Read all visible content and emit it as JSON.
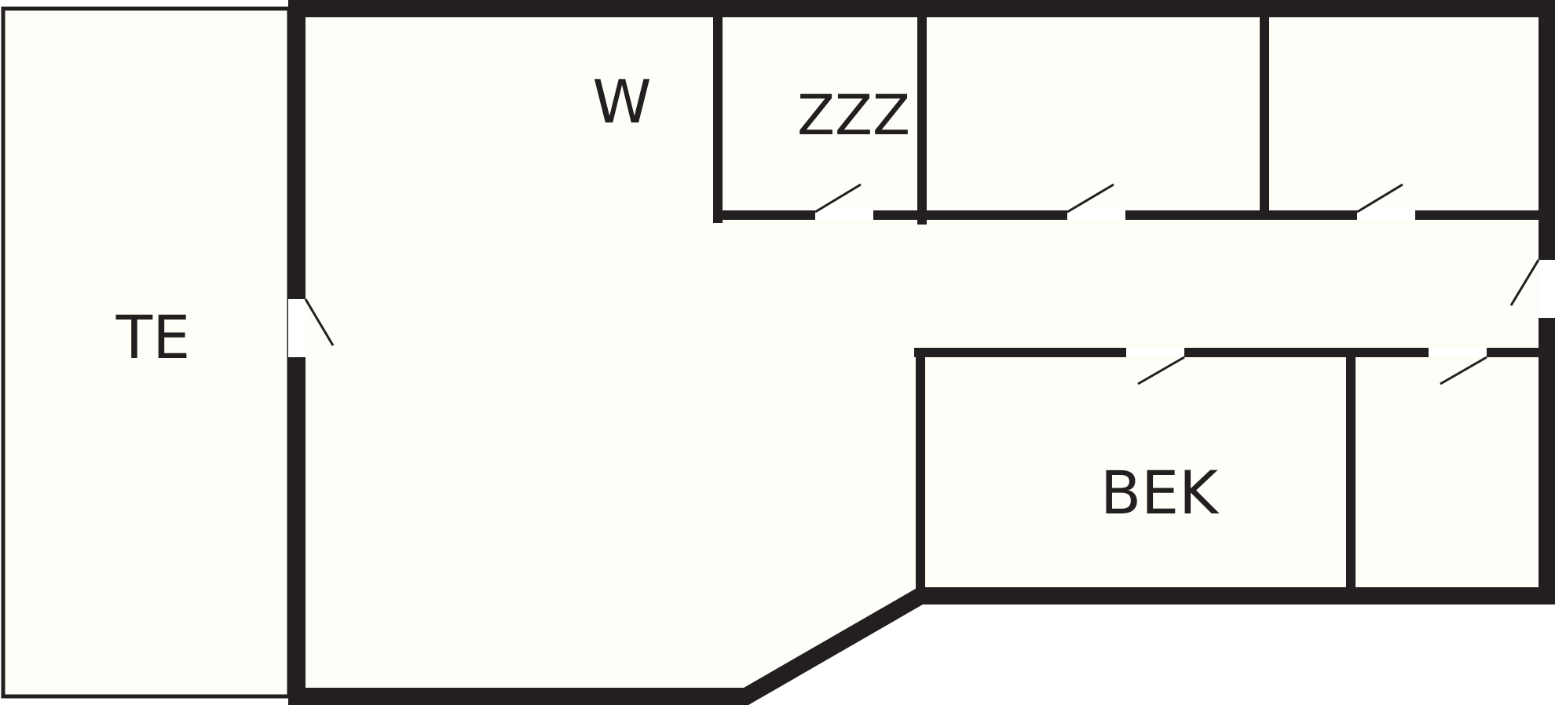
{
  "floorplan": {
    "colors": {
      "wall": "#231f20",
      "floor": "#fefef8",
      "background": "#ffffff",
      "door_gap": "#ffffff"
    },
    "rooms": [
      {
        "id": "terrace",
        "label": "TE"
      },
      {
        "id": "living",
        "label": "W"
      },
      {
        "id": "bedroom",
        "label": "ZZZ"
      },
      {
        "id": "storage-middle",
        "label": ""
      },
      {
        "id": "storage-right",
        "label": ""
      },
      {
        "id": "bathroom",
        "label": "BEK"
      },
      {
        "id": "utility",
        "label": ""
      }
    ]
  }
}
